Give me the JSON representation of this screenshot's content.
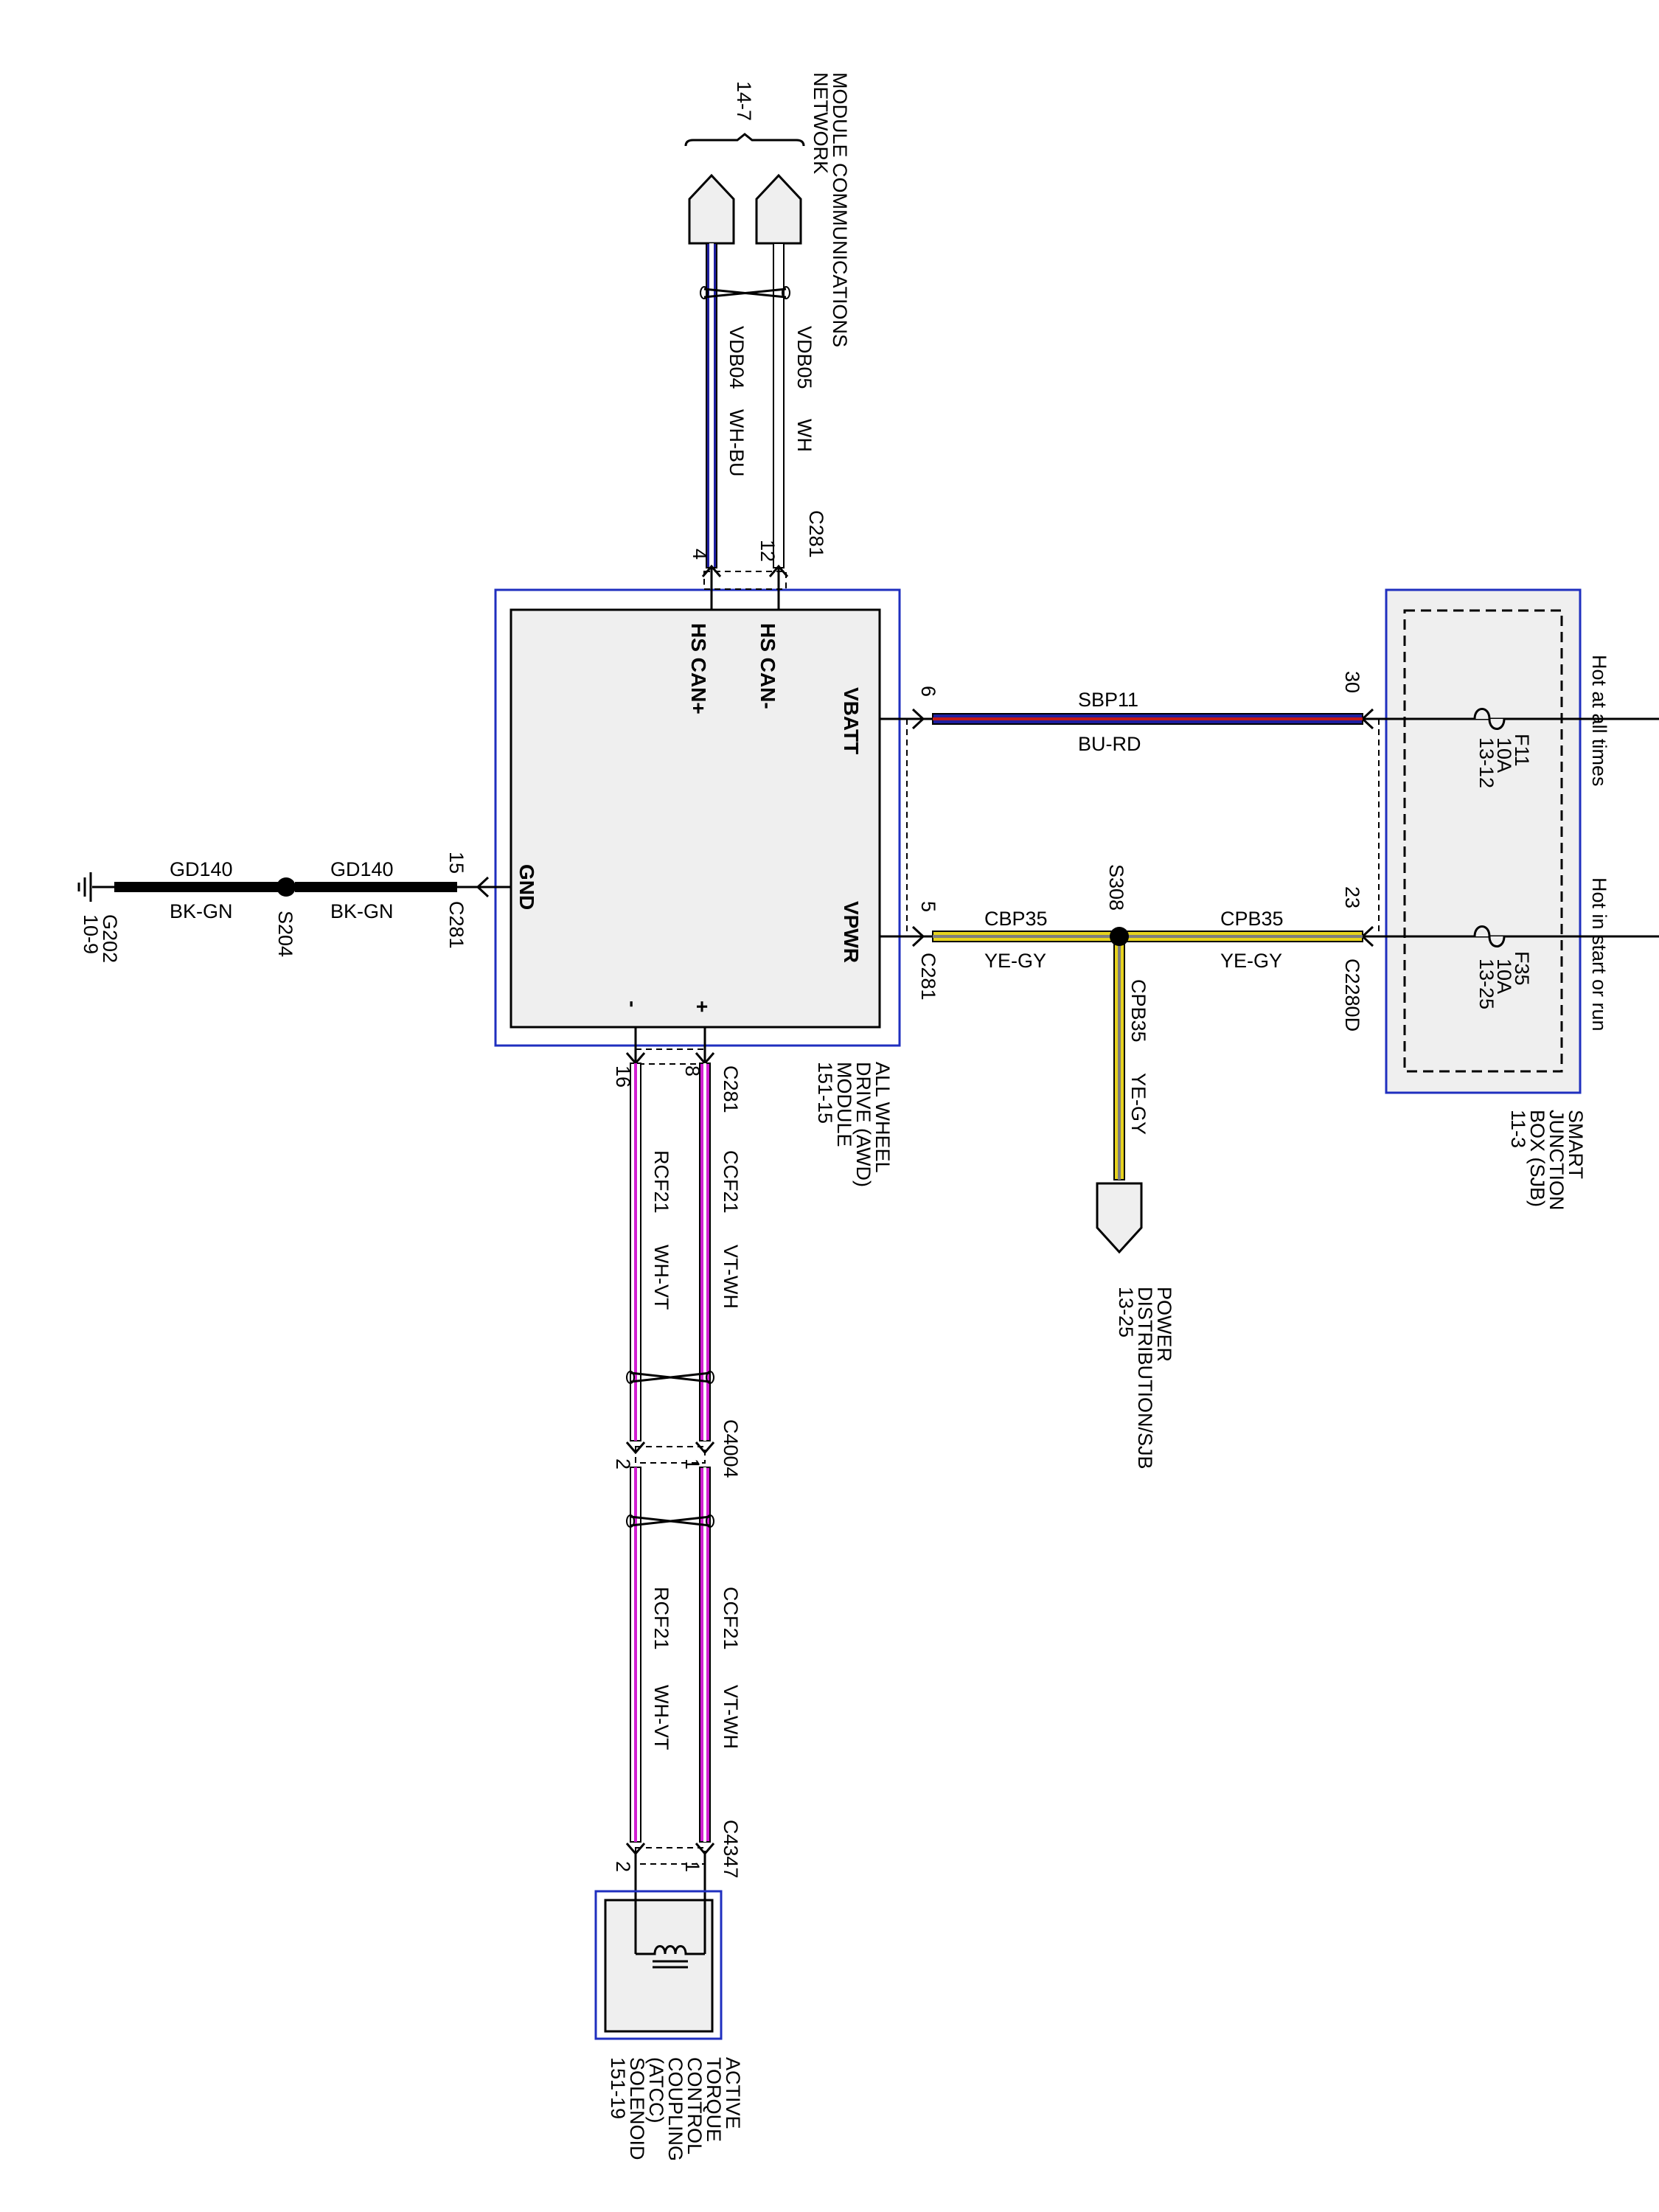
{
  "colors": {
    "module_border": "#1f2fbf",
    "module_fill": "#efefef",
    "wire_blue": "#1f1fa0",
    "wire_red": "#c01818",
    "wire_yellow": "#e6d21e",
    "wire_gray": "#7d7d7d",
    "wire_violet": "#d21ed2",
    "wire_white": "#ffffff",
    "wire_black": "#000000"
  },
  "awd_module": {
    "name": [
      "ALL WHEEL",
      "DRIVE (AWD)",
      "MODULE",
      "151-15"
    ],
    "pins": {
      "hs_can_plus": "HS CAN+",
      "hs_can_minus": "HS CAN-",
      "vbatt": "VBATT",
      "vpwr": "VPWR",
      "gnd": "GND",
      "plus": "+",
      "minus": "-"
    }
  },
  "network": {
    "title": [
      "MODULE COMMUNICATIONS",
      "NETWORK"
    ],
    "page": "14-7",
    "connector": "C281",
    "pin_left": "4",
    "pin_right": "12",
    "wires": [
      {
        "circuit": "VDB04",
        "color": "WH-BU"
      },
      {
        "circuit": "VDB05",
        "color": "WH"
      }
    ]
  },
  "sjb": {
    "name": [
      "SMART",
      "JUNCTION",
      "BOX (SJB)",
      "11-3"
    ],
    "hot_at_all_times": "Hot at all times",
    "hot_in_start_or_run": "Hot in start or run",
    "fuse_f11": [
      "F11",
      "10A",
      "13-12"
    ],
    "fuse_f35": [
      "F35",
      "10A",
      "13-25"
    ],
    "pin_top": "30",
    "pin_bottom": "23",
    "connector": "C2280D"
  },
  "vbatt_wire": {
    "circuit": "SBP11",
    "color": "BU-RD",
    "pin": "6"
  },
  "vpwr_wires": {
    "pin": "5",
    "connector": "C281",
    "left_circuit": "CBP35",
    "left_color": "YE-GY",
    "splice": "S308",
    "right_circuit": "CPB35",
    "right_color": "YE-GY",
    "branch_circuit": "CPB35",
    "branch_color": "YE-GY"
  },
  "power_distribution": [
    "POWER",
    "DISTRIBUTION/SJB",
    "13-25"
  ],
  "ground": {
    "pin": "15",
    "connector": "C281",
    "wire1_circuit": "GD140",
    "wire1_color": "BK-GN",
    "splice": "S204",
    "wire2_circuit": "GD140",
    "wire2_color": "BK-GN",
    "ground_point": "G202",
    "page": "10-9"
  },
  "solenoid_wires": {
    "c281": "C281",
    "pin_plus": "8",
    "pin_minus": "16",
    "wire_a": {
      "circuit": "CCF21",
      "color": "VT-WH"
    },
    "wire_b": {
      "circuit": "RCF21",
      "color": "WH-VT"
    },
    "c4004": "C4004",
    "c4004_pin1": "1",
    "c4004_pin2": "2",
    "c4347": "C4347",
    "c4347_pin1": "1",
    "c4347_pin2": "2"
  },
  "atcc": {
    "name": [
      "ACTIVE",
      "TORQUE",
      "CONTROL",
      "COUPLING",
      "(ATCC)",
      "SOLENOID",
      "151-19"
    ]
  }
}
